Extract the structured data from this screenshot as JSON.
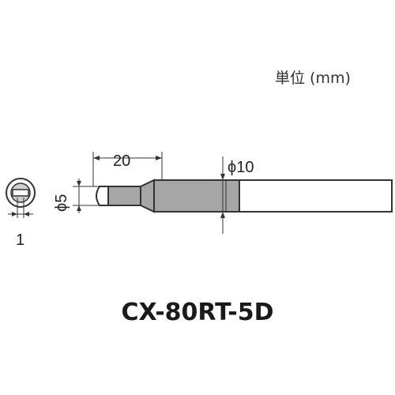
{
  "unit_label": "単位 (mm)",
  "dimensions": {
    "length": "20",
    "diameter_body": "ϕ10",
    "diameter_tip": "ϕ5",
    "tip_thickness": "1"
  },
  "model_number": "CX-80RT-5D",
  "colors": {
    "line": "#333333",
    "tip_fill": "#a6a6a6",
    "body_fill": "#ffffff",
    "text": "#222222"
  }
}
